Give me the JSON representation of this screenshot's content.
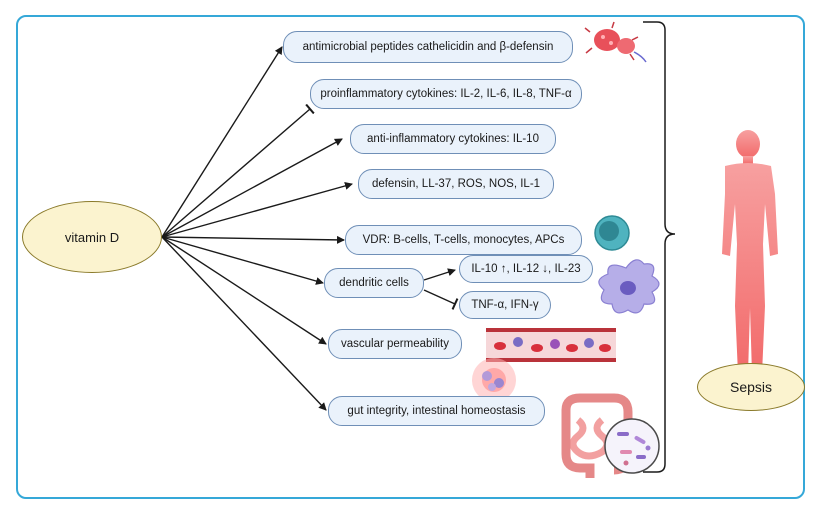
{
  "source_node": {
    "label": "vitamin D"
  },
  "target_node": {
    "label": "Sepsis"
  },
  "effects": [
    {
      "id": "amp",
      "label": "antimicrobial peptides cathelicidin and β-defensin"
    },
    {
      "id": "proinfl",
      "label": "proinflammatory cytokines: IL-2, IL-6, IL-8, TNF-α"
    },
    {
      "id": "antiinfl",
      "label": "anti-inflammatory cytokines: IL-10"
    },
    {
      "id": "defensin",
      "label": "defensin, LL-37, ROS, NOS, IL-1"
    },
    {
      "id": "vdr",
      "label": "VDR: B-cells, T-cells, monocytes, APCs"
    },
    {
      "id": "dendritic",
      "label": "dendritic cells"
    },
    {
      "id": "vascular",
      "label": "vascular permeability"
    },
    {
      "id": "gut",
      "label": "gut integrity, intestinal homeostasis"
    }
  ],
  "dendritic_effects": [
    {
      "id": "il10",
      "label": "IL-10 ↑, IL-12 ↓, IL-23"
    },
    {
      "id": "tnf",
      "label": "TNF-α, IFN-γ"
    }
  ],
  "colors": {
    "frame": "#35a8d8",
    "pill_fill": "#eaf2fb",
    "pill_border": "#6f8fb7",
    "ellipse_fill": "#fbf3cf",
    "ellipse_border": "#8a7a2a",
    "arrow": "#1a1a1a",
    "human": "#f47a7a"
  },
  "icons": [
    "bacterium-icon",
    "immune-cell-icon",
    "dendritic-cell-icon",
    "blood-vessel-icon",
    "inflamed-cells-icon",
    "intestine-icon",
    "microbiome-icon",
    "human-body-icon",
    "brace-icon"
  ]
}
